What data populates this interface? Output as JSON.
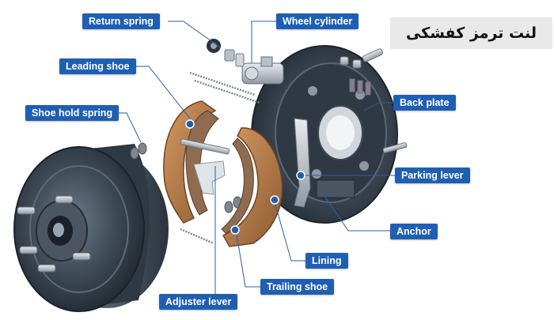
{
  "title": "لنت ترمز کفشکی",
  "labels": {
    "return_spring": "Return spring",
    "wheel_cylinder": "Wheel cylinder",
    "leading_shoe": "Leading shoe",
    "shoe_hold_spring": "Shoe hold spring",
    "back_plate": "Back plate",
    "parking_lever": "Parking lever",
    "anchor": "Anchor",
    "lining": "Lining",
    "trailing_shoe": "Trailing shoe",
    "adjuster_lever": "Adjuster lever"
  },
  "colors": {
    "label_bg": "#1f5fb3",
    "label_text": "#ffffff",
    "leader_line": "#2a5fa8",
    "marker_dot": "#1f5fb3",
    "lining": "#b97a47",
    "metal_dark": "#2d3a46",
    "title_bg": "#e9e9e9"
  }
}
